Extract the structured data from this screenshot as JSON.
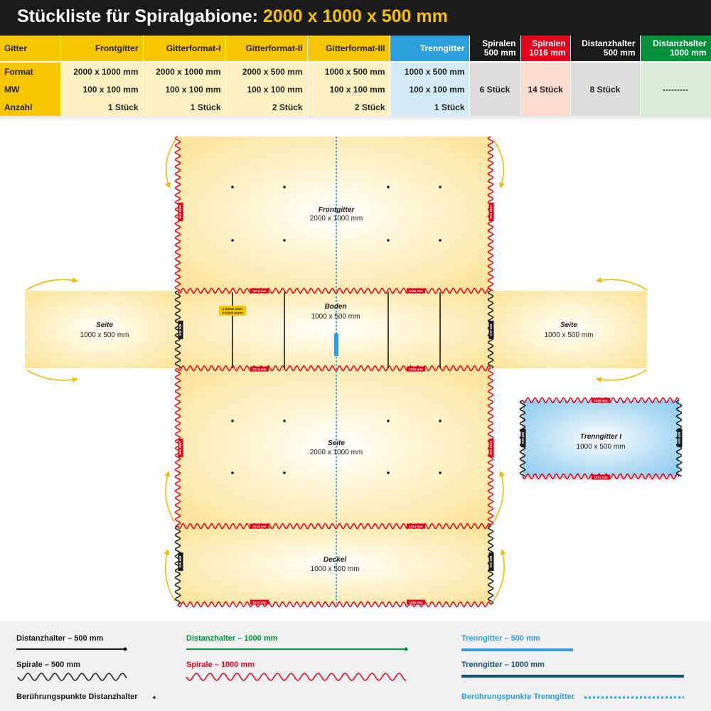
{
  "title": {
    "main": "Stückliste für Spiralgabione:",
    "dims": "2000 x 1000 x 500 mm"
  },
  "table": {
    "headers": {
      "gitter": "Gitter",
      "frontgitter": "Frontgitter",
      "gitterformat1": "Gitterformat-I",
      "gitterformat2": "Gitterformat-II",
      "gitterformat3": "Gitterformat-III",
      "trenngitter": "Trenngitter",
      "spiralen500": [
        "Spiralen",
        "500 mm"
      ],
      "spiralen1016": [
        "Spiralen",
        "1016 mm"
      ],
      "distanzhalter500": [
        "Distanzhalter",
        "500 mm"
      ],
      "distanzhalter1000": [
        "Distanzhalter",
        "1000 mm"
      ]
    },
    "row_labels": {
      "format": "Format",
      "mw": "MW",
      "anzahl": "Anzahl"
    },
    "format": [
      "2000 x 1000 mm",
      "2000 x 1000 mm",
      "2000 x 500 mm",
      "1000 x 500 mm",
      "1000 x 500 mm"
    ],
    "mw": [
      "100 x 100 mm",
      "100 x 100 mm",
      "100 x 100 mm",
      "100 x 100 mm",
      "100 x 100 mm"
    ],
    "anzahl": [
      "1 Stück",
      "1 Stück",
      "2 Stück",
      "2 Stück",
      "1 Stück"
    ],
    "spiralen500_count": "6 Stück",
    "spiralen1016_count": "14 Stück",
    "distanzhalter500_count": "8 Stück",
    "distanzhalter1000_count": "---------"
  },
  "panels": {
    "front": {
      "name": "Frontgitter",
      "dims": "2000 x 1000 mm"
    },
    "boden": {
      "name": "Boden",
      "dims": "1000 x 500 mm"
    },
    "seite_left": {
      "name": "Seite",
      "dims": "1000 x 500 mm"
    },
    "seite_right": {
      "name": "Seite",
      "dims": "1000 x 500 mm"
    },
    "seite_main": {
      "name": "Seite",
      "dims": "2000 x 1000 mm"
    },
    "deckel": {
      "name": "Deckel",
      "dims": "1000 x 500 mm"
    },
    "trenngitter": {
      "name": "Trenngitter I",
      "dims": "1000 x 500 mm"
    }
  },
  "spiral_tag_long": "1016 mm",
  "spiral_tag_short": "500 mm",
  "distance_note": [
    "4 Stück oben",
    "4 Stück unten"
  ],
  "legend": {
    "distanzhalter500": "Distanzhalter – 500 mm",
    "spirale500": "Spirale – 500 mm",
    "beruehrungspunkte_distanzhalter": "Berührungspunkte Distanzhalter",
    "distanzhalter1000": "Distanzhalter – 1000 mm",
    "spirale1000": "Spirale – 1000 mm",
    "trenngitter500": "Trenngitter – 500 mm",
    "trenngitter1000": "Trenngitter – 1000 mm",
    "beruehrungspunkte_trenngitter": "Berührungspunkte Trenngitter"
  },
  "colors": {
    "yellow": "#f7c600",
    "blue": "#2d9fdc",
    "red": "#e3001b",
    "green": "#00913a",
    "navy": "#134f73",
    "dark": "#1a1a1a"
  }
}
